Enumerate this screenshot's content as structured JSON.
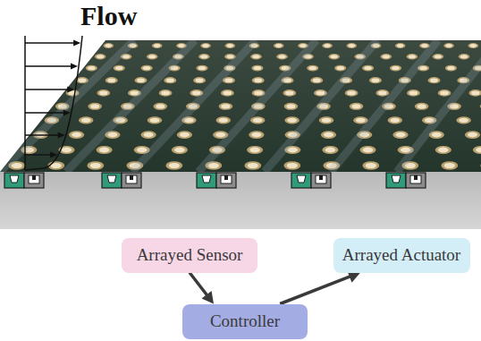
{
  "diagram": {
    "nodes": [
      {
        "text": [
          "Arrayed Sensor"
        ]
      },
      {
        "text": [
          "Arrayed Actuator"
        ]
      },
      {
        "text": [
          "Controller"
        ]
      }
    ],
    "edges": [
      {
        "from": 0,
        "to": 2,
        "arrow": "to"
      },
      {
        "from": 2,
        "to": 1,
        "arrow": "to"
      }
    ],
    "labels": [
      "Flow"
    ]
  }
}
